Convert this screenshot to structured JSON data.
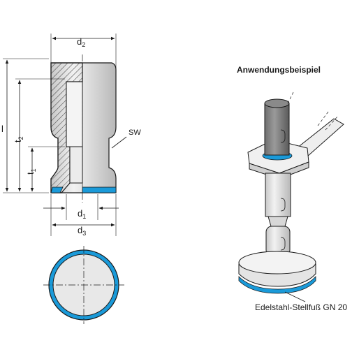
{
  "drawing": {
    "dims": {
      "d2": "d",
      "d2_sub": "2",
      "d1": "d",
      "d1_sub": "1",
      "d3": "d",
      "d3_sub": "3",
      "l": "l",
      "t2": "t",
      "t2_sub": "2",
      "t1": "t",
      "t1_sub": "1",
      "sw": "SW"
    }
  },
  "example": {
    "title": "Anwendungsbeispiel",
    "caption": "Edelstahl-Stellfuß GN 20"
  },
  "colors": {
    "accent_blue": "#1a9ad9",
    "line": "#1a1a1a",
    "body_fill": "#e6e6e6",
    "shade": "#bdbdbd"
  }
}
